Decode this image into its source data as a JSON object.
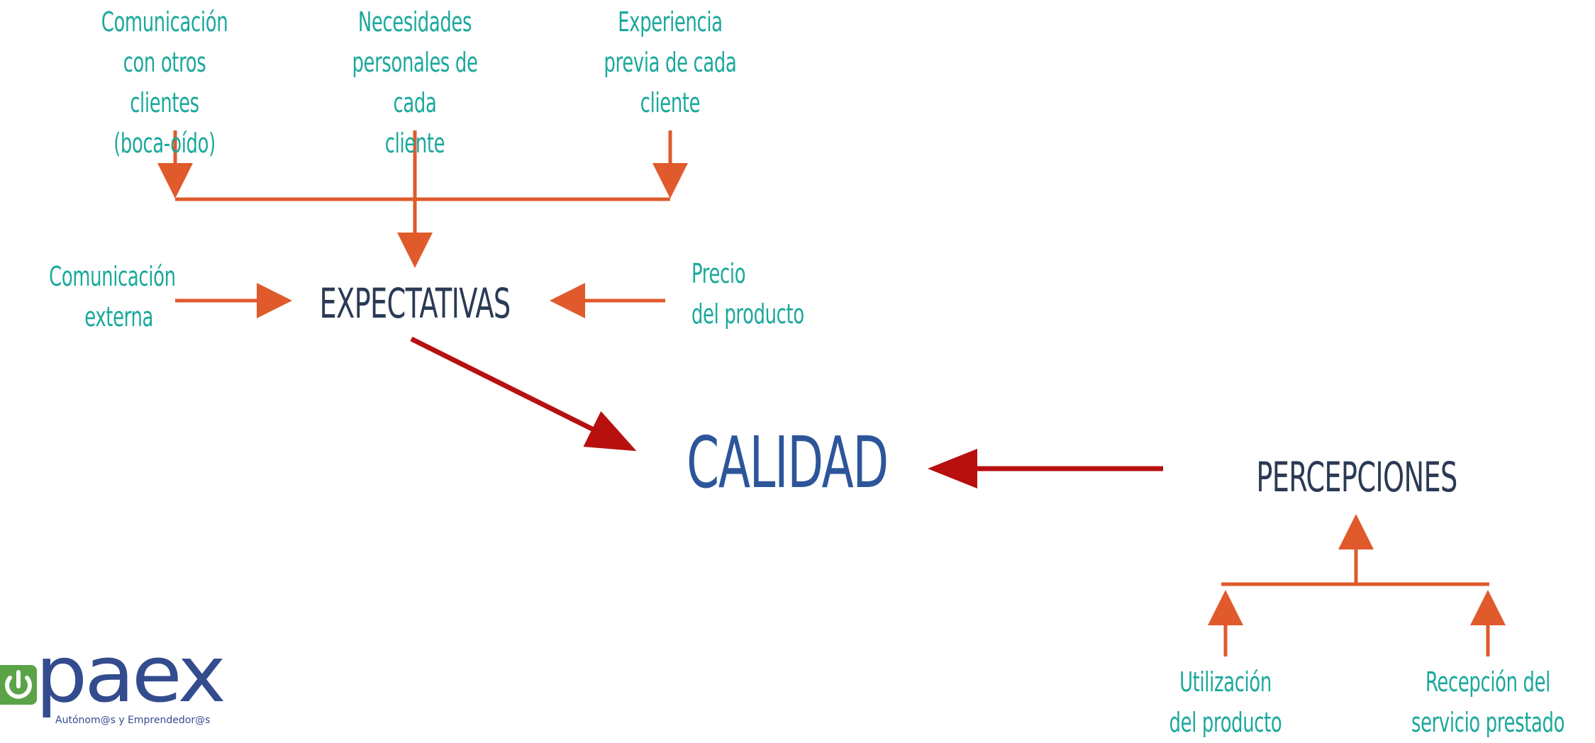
{
  "colors": {
    "source_text": "#1aa89c",
    "concept_text": "#2b3a55",
    "center_text": "#2d569a",
    "orange_arrow": "#e05a2b",
    "red_arrow": "#b80f0f",
    "logo_blue": "#334c8e",
    "logo_green": "#5aa347"
  },
  "sources_top": {
    "word_of_mouth": "Comunicación\ncon otros clientes\n(boca-oído)",
    "personal_needs": "Necesidades\npersonales de cada\ncliente",
    "past_experience": "Experiencia\nprevia de cada\ncliente"
  },
  "sources_side": {
    "external_comm": "Comunicación\nexterna",
    "price": "Precio\ndel producto"
  },
  "concepts": {
    "expectations": "EXPECTATIVAS",
    "quality": "CALIDAD",
    "perceptions": "PERCEPCIONES"
  },
  "sources_bottom": {
    "product_use": "Utilización\ndel producto",
    "service_reception": "Recepción del\nservicio prestado"
  },
  "logo": {
    "wordmark": "paex",
    "tagline": "Autónom@s y Emprendedor@s",
    "icon_name": "power-icon"
  }
}
